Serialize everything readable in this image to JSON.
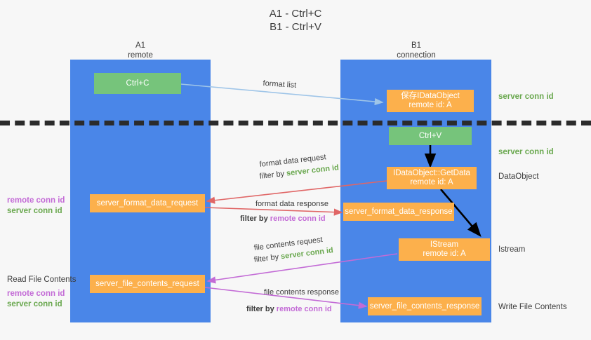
{
  "title": {
    "line1": "A1 - Ctrl+C",
    "line2": "B1 - Ctrl+V"
  },
  "lanes": [
    {
      "name": "A1",
      "sub": "remote"
    },
    {
      "name": "B1",
      "sub": "connection"
    }
  ],
  "boxes": {
    "ctrl_c": {
      "line1": "Ctrl+C"
    },
    "ctrl_v": {
      "line1": "Ctrl+V"
    },
    "save_idataobject": {
      "line1": "保存IDataObject",
      "line2": "remote id: A"
    },
    "getdata": {
      "line1": "IDataObject::GetData",
      "line2": "remote id: A"
    },
    "istream": {
      "line1": "IStream",
      "line2": "remote id: A"
    },
    "server_format_data_request": {
      "line1": "server_format_data_request"
    },
    "server_format_data_response": {
      "line1": "server_format_data_response"
    },
    "server_file_contents_request": {
      "line1": "server_file_contents_request"
    },
    "server_file_contents_response": {
      "line1": "server_file_contents_response"
    }
  },
  "annotations": {
    "format_list": "format list",
    "format_data_request": "format data request",
    "format_data_request_filter_prefix": "filter by ",
    "format_data_request_filter_key": "server conn id",
    "format_data_response": "format data response",
    "format_data_response_filter_prefix": "filter by ",
    "format_data_response_filter_key": "remote conn id",
    "file_contents_request": "file contents request",
    "file_contents_request_filter_prefix": "filter by ",
    "file_contents_request_filter_key": "server conn id",
    "file_contents_response": "file contents response",
    "file_contents_response_filter_prefix": "filter by ",
    "file_contents_response_filter_key": "remote conn id"
  },
  "right_labels": {
    "server_conn_id_top": "server conn id",
    "server_conn_id_mid": "server conn id",
    "dataobject": "DataObject",
    "istream": "Istream",
    "write_file_contents": "Write File Contents"
  },
  "left_labels": {
    "remote_conn_id_upper": "remote conn id",
    "server_conn_id_upper": "server conn id",
    "read_file_contents": "Read File Contents",
    "remote_conn_id_lower": "remote conn id",
    "server_conn_id_lower": "server conn id"
  },
  "colors": {
    "lane": "#4a86e8",
    "green_box": "#76c47b",
    "orange_box": "#fcb04c",
    "green_text": "#6aa84f",
    "magenta_text": "#c36bd6",
    "arrow_blue": "#9fc5e8",
    "arrow_red": "#e06666",
    "arrow_magenta": "#c36bd6",
    "arrow_black": "#000000",
    "divider": "#2b2b2b",
    "background": "#f7f7f7"
  }
}
